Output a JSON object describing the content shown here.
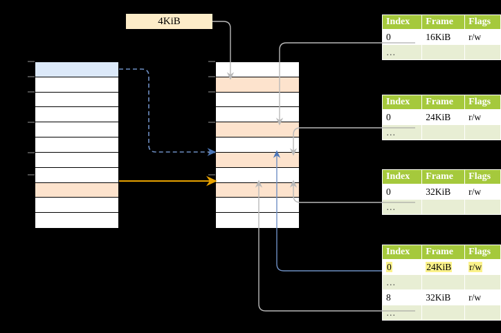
{
  "page_label": {
    "text": "4KiB"
  },
  "colors": {
    "header_green": "#a5c93c",
    "alt_row": "#e8eed4",
    "highlight_yellow": "#fbf28a",
    "selected_blue": "#dce9f9",
    "selected_orange": "#fde3cd",
    "label_bg": "#fdecc8",
    "arrow_blue": "#4a76b8",
    "arrow_orange": "#e8a200",
    "arrow_gray": "#b3b3b3"
  },
  "left_column": {
    "name": "page-list-left",
    "rows": [
      {
        "label": "",
        "fill": "blue"
      },
      {
        "label": "",
        "fill": "white"
      },
      {
        "label": "",
        "fill": "white"
      },
      {
        "label": "",
        "fill": "white"
      },
      {
        "label": "",
        "fill": "white"
      },
      {
        "label": "",
        "fill": "white"
      },
      {
        "label": "",
        "fill": "white"
      },
      {
        "label": "",
        "fill": "white"
      },
      {
        "label": "",
        "fill": "orange"
      },
      {
        "label": "",
        "fill": "white"
      },
      {
        "label": "",
        "fill": "white"
      }
    ]
  },
  "middle_column": {
    "name": "page-list-middle",
    "rows": [
      {
        "label": "",
        "fill": "white"
      },
      {
        "label": "",
        "fill": "orange"
      },
      {
        "label": "",
        "fill": "white"
      },
      {
        "label": "",
        "fill": "white"
      },
      {
        "label": "",
        "fill": "orange"
      },
      {
        "label": "",
        "fill": "white"
      },
      {
        "label": "",
        "fill": "orange"
      },
      {
        "label": "",
        "fill": "white"
      },
      {
        "label": "",
        "fill": "orange"
      },
      {
        "label": "",
        "fill": "white"
      },
      {
        "label": "",
        "fill": "white"
      }
    ]
  },
  "tables": [
    {
      "id": "table-1",
      "headers": [
        "Index",
        "Frame",
        "Flags"
      ],
      "rows": [
        {
          "cells": [
            "0",
            "16KiB",
            "r/w"
          ],
          "style": "normal",
          "highlight": []
        },
        {
          "cells": [
            "…",
            "",
            ""
          ],
          "style": "alt",
          "highlight": []
        }
      ]
    },
    {
      "id": "table-2",
      "headers": [
        "Index",
        "Frame",
        "Flags"
      ],
      "rows": [
        {
          "cells": [
            "0",
            "24KiB",
            "r/w"
          ],
          "style": "normal",
          "highlight": []
        },
        {
          "cells": [
            "…",
            "",
            ""
          ],
          "style": "alt",
          "highlight": []
        }
      ]
    },
    {
      "id": "table-3",
      "headers": [
        "Index",
        "Frame",
        "Flags"
      ],
      "rows": [
        {
          "cells": [
            "0",
            "32KiB",
            "r/w"
          ],
          "style": "normal",
          "highlight": []
        },
        {
          "cells": [
            "…",
            "",
            ""
          ],
          "style": "alt",
          "highlight": []
        }
      ]
    },
    {
      "id": "table-4",
      "headers": [
        "Index",
        "Frame",
        "Flags"
      ],
      "rows": [
        {
          "cells": [
            "0",
            "24KiB",
            "r/w"
          ],
          "style": "normal",
          "highlight": [
            0,
            1,
            2
          ]
        },
        {
          "cells": [
            "…",
            "",
            ""
          ],
          "style": "alt",
          "highlight": []
        },
        {
          "cells": [
            "8",
            "32KiB",
            "r/w"
          ],
          "style": "normal",
          "highlight": []
        },
        {
          "cells": [
            "…",
            "",
            ""
          ],
          "style": "alt",
          "highlight": []
        }
      ]
    }
  ]
}
